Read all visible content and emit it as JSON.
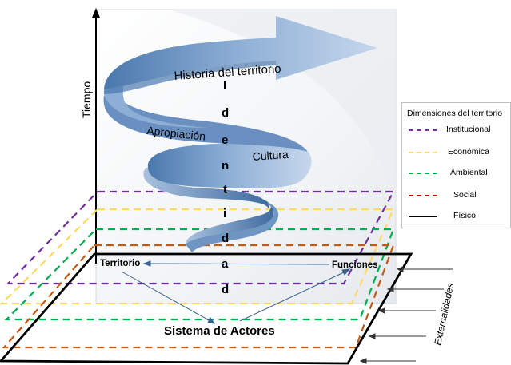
{
  "colors": {
    "institucional": "#7030a0",
    "economica": "#ffd966",
    "ambiental": "#00b050",
    "social": "#c55a11",
    "fisico": "#000000",
    "spiral": "#6f95c2",
    "spiral_dark": "#3f6fa8"
  },
  "axis": {
    "tiempo_label": "Tiempo"
  },
  "spiral_labels": {
    "historia": "Historia del territorio",
    "apropiacion": "Apropiación",
    "cultura": "Cultura"
  },
  "identidad_letters": [
    "I",
    "d",
    "e",
    "n",
    "t",
    "i",
    "d",
    "a",
    "d"
  ],
  "base": {
    "territorio": "Territorio",
    "funciones": "Funciones",
    "sistema": "Sistema  de Actores"
  },
  "externalidades_label": "Externalidades",
  "legend": {
    "title": "Dimensiones del territorio",
    "items": [
      {
        "label": "Institucional",
        "style": "dashed",
        "color": "#7030a0"
      },
      {
        "label": "Económica",
        "style": "dashed",
        "color": "#ffd966"
      },
      {
        "label": "Ambiental",
        "style": "dashed",
        "color": "#00b050"
      },
      {
        "label": "Social",
        "style": "dashed",
        "color": "#c55a11"
      },
      {
        "label": "Físico",
        "style": "solid",
        "color": "#000000"
      }
    ]
  }
}
